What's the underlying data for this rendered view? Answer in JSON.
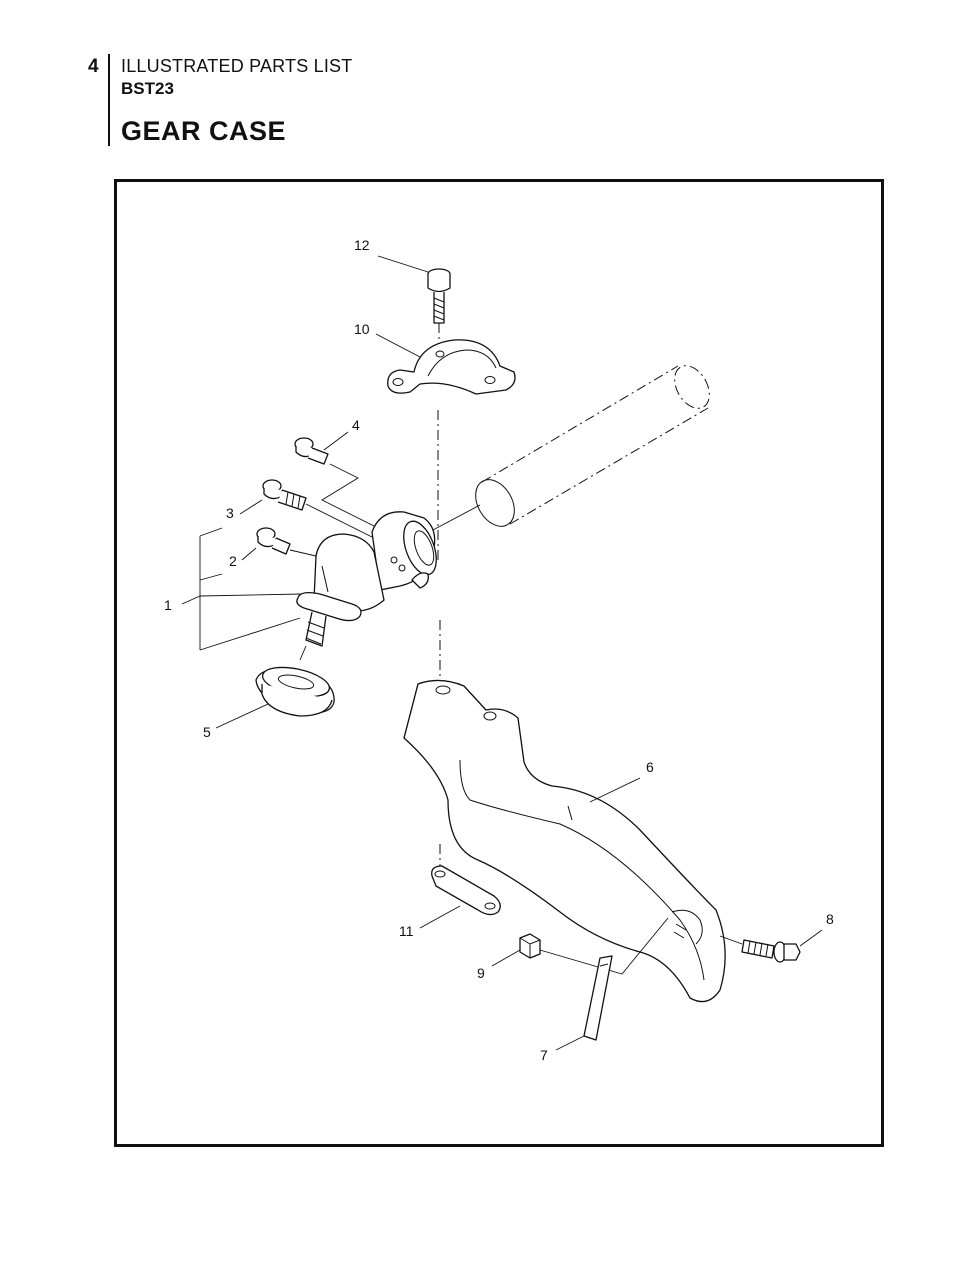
{
  "header": {
    "page_number": "4",
    "doc_title": "ILLUSTRATED PARTS LIST",
    "model": "BST23",
    "section_title": "GEAR CASE"
  },
  "callouts": {
    "c1": "1",
    "c2": "2",
    "c3": "3",
    "c4": "4",
    "c5": "5",
    "c6": "6",
    "c7": "7",
    "c8": "8",
    "c9": "9",
    "c10": "10",
    "c11": "11",
    "c12": "12"
  }
}
